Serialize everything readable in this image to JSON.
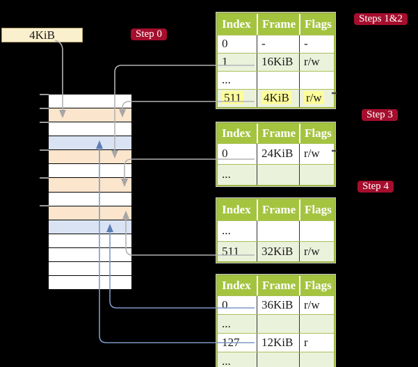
{
  "frame_box": {
    "label": "4KiB"
  },
  "badges": {
    "step0": "Step 0",
    "steps12": "Steps 1&2",
    "step3": "Step 3",
    "step4": "Step 4"
  },
  "tables": [
    {
      "title": "page table referenced in steps 1 and 2",
      "headers": [
        "Index",
        "Frame",
        "Flags"
      ],
      "rows": [
        {
          "index": "0",
          "frame": "-",
          "flags": "-"
        },
        {
          "index": "1",
          "frame": "16KiB",
          "flags": "r/w"
        },
        {
          "index": "...",
          "frame": "",
          "flags": ""
        },
        {
          "index": "511",
          "frame": "4KiB",
          "flags": "r/w"
        }
      ]
    },
    {
      "title": "page table referenced in step 3",
      "headers": [
        "Index",
        "Frame",
        "Flags"
      ],
      "rows": [
        {
          "index": "0",
          "frame": "24KiB",
          "flags": "r/w"
        },
        {
          "index": "...",
          "frame": "",
          "flags": ""
        }
      ]
    },
    {
      "title": "page table referenced in step 4",
      "headers": [
        "Index",
        "Frame",
        "Flags"
      ],
      "rows": [
        {
          "index": "...",
          "frame": "",
          "flags": ""
        },
        {
          "index": "511",
          "frame": "32KiB",
          "flags": "r/w"
        }
      ]
    },
    {
      "title": "last level page table",
      "headers": [
        "Index",
        "Frame",
        "Flags"
      ],
      "rows": [
        {
          "index": "0",
          "frame": "36KiB",
          "flags": "r/w"
        },
        {
          "index": "...",
          "frame": "",
          "flags": ""
        },
        {
          "index": "127",
          "frame": "12KiB",
          "flags": "r"
        },
        {
          "index": "...",
          "frame": "",
          "flags": ""
        }
      ]
    }
  ],
  "memory": {
    "row_colors": [
      "white",
      "peach",
      "white",
      "blue",
      "peach",
      "white",
      "peach",
      "white",
      "peach",
      "blue",
      "white",
      "white",
      "white",
      "white"
    ]
  },
  "colors": {
    "cream": "#fbf0ce",
    "creamborder": "#b9a76e",
    "peach": "#fce5cd",
    "blue": "#d9e3f3",
    "green": "#a4c440",
    "greenlight": "#ebf2dc",
    "tborder": "#9fb845",
    "rowline": "#a9bf55",
    "yellow": "#fdfd9b",
    "badge": "#a50e2d",
    "grayline": "#b3b3b3",
    "grayarrow": "#a6a6a6",
    "blueline": "#7d99c8",
    "bluearrow": "#5d7db6"
  }
}
